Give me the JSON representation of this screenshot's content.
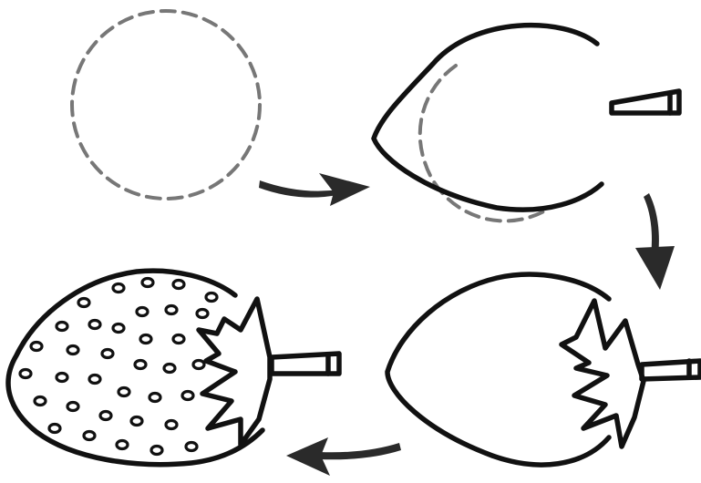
{
  "diagram": {
    "type": "how-to-draw-strawberry",
    "steps": [
      {
        "step": 1,
        "shape": "dashed-circle-guide"
      },
      {
        "step": 2,
        "shape": "teardrop-outline-with-stem"
      },
      {
        "step": 3,
        "shape": "outline-with-leaves-and-stem"
      },
      {
        "step": 4,
        "shape": "finished-strawberry-with-seeds"
      }
    ],
    "arrows": [
      "step1-to-step2",
      "step2-to-step3",
      "step3-to-step4"
    ],
    "colors": {
      "ink": "#111111",
      "guide": "#777777",
      "arrow": "#2a2a2a",
      "background": "#ffffff"
    }
  }
}
